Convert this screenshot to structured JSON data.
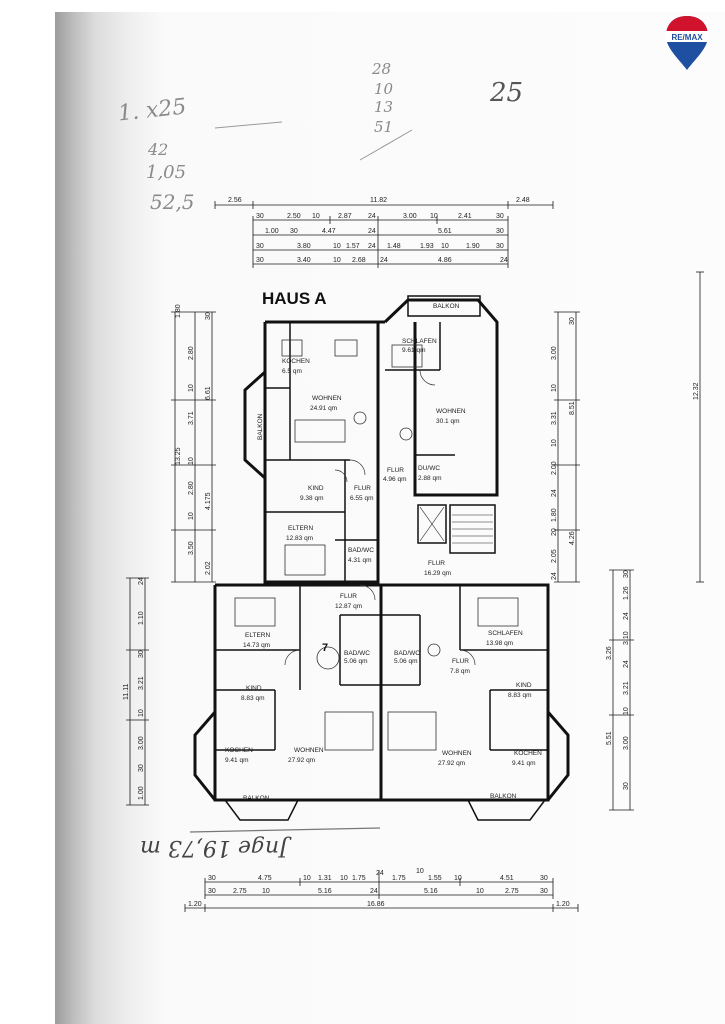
{
  "handwriting": {
    "top_left_1": "1. x25",
    "top_left_2": "42",
    "top_left_3": "1,05",
    "top_left_4": "52,5",
    "center_1": "28",
    "center_2": "10",
    "center_3": "13",
    "center_4": "51",
    "page_number": "25",
    "bottom": "Jnge 19,73 m"
  },
  "logo": {
    "text": "RE/MAX",
    "colors": {
      "red": "#d1122d",
      "blue": "#1f4fa0"
    }
  },
  "title": "HAUS A",
  "rooms": {
    "balkon_top": "BALKON",
    "schlafen_top": "SCHLAFEN",
    "schlafen_top_area": "9.61 qm",
    "kochen_top": "KOCHEN",
    "kochen_top_area": "6.5 qm",
    "wohnen_left": "WOHNEN",
    "wohnen_left_area": "24.91 qm",
    "wohnen_right": "WOHNEN",
    "wohnen_right_area": "30.1 qm",
    "balkon_left": "BALKON",
    "kind_top": "KIND",
    "kind_top_area": "9.38 qm",
    "flur_a": "FLUR",
    "flur_a_area": "6.55 qm",
    "flur_b": "FLUR",
    "flur_b_area": "4.96 qm",
    "dowc": "DU/WC",
    "dowc_area": "2.88 qm",
    "eltern_top": "ELTERN",
    "eltern_top_area": "12.83 qm",
    "badwc_top": "BAD/WC",
    "badwc_top_area": "4.31 qm",
    "flur_main": "FLUR",
    "flur_main_area": "16.29 qm",
    "flur_lower": "FLUR",
    "flur_lower_area": "12.87 qm",
    "eltern_bottom": "ELTERN",
    "eltern_bottom_area": "14.73 qm",
    "schlafen_bottom": "SCHLAFEN",
    "schlafen_bottom_area": "13.98 qm",
    "bad_l": "BAD/WC",
    "bad_l_area": "5.06 qm",
    "bad_r": "BAD/WC",
    "bad_r_area": "5.06 qm",
    "flur_small": "FLUR",
    "flur_small_area": "7.8 qm",
    "kind_bl": "KIND",
    "kind_bl_area": "8.83 qm",
    "kind_br": "KIND",
    "kind_br_area": "8.83 qm",
    "kochen_bl": "KOCHEN",
    "kochen_bl_area": "9.41 qm",
    "kochen_br": "KOCHEN",
    "kochen_br_area": "9.41 qm",
    "wohnen_bl": "WOHNEN",
    "wohnen_bl_area": "27.92 qm",
    "wohnen_br": "WOHNEN",
    "wohnen_br_area": "27.92 qm",
    "balkon_bl": "BALKON",
    "balkon_br": "BALKON",
    "stair_number": "7"
  },
  "dims_top": {
    "row1": [
      "2.56",
      "11.82",
      "2.48"
    ],
    "row2": [
      "30",
      "2.50",
      "10",
      "2.87",
      "24",
      "3.00",
      "10",
      "2.41",
      "30"
    ],
    "row3": [
      "1.00",
      "30",
      "4.47",
      "24",
      "5.61",
      "30"
    ],
    "row4": [
      "30",
      "3.80",
      "10",
      "1.57",
      "24",
      "1.48",
      "1.93",
      "10",
      "1.90",
      "30"
    ],
    "row5": [
      "30",
      "3.40",
      "10",
      "2.68",
      "24",
      "4.86",
      "24"
    ]
  },
  "dims_bottom": {
    "row1": [
      "30",
      "4.75",
      "10",
      "1.31",
      "10",
      "1.75",
      "24",
      "1.75",
      "10",
      "1.55",
      "10",
      "4.51",
      "30"
    ],
    "row2": [
      "30",
      "2.75",
      "10",
      "5.16",
      "24",
      "5.16",
      "10",
      "2.75",
      "30"
    ],
    "row3": [
      "1.20",
      "16.86",
      "1.20"
    ]
  },
  "dims_left": {
    "upper": [
      "1.80",
      "30",
      "2.80",
      "10",
      "3.71",
      "10",
      "2.80",
      "10",
      "3.50",
      "2.02",
      "6.61",
      "4.175",
      "13.25"
    ],
    "lower": [
      "24",
      "1.10",
      "30",
      "3.21",
      "10",
      "3.00",
      "30",
      "1.00",
      "11.11"
    ]
  },
  "dims_right": {
    "upper": [
      "30",
      "3.00",
      "10",
      "3.31",
      "10",
      "2.00",
      "24",
      "1.80",
      "20",
      "2.05",
      "24",
      "8.51",
      "4.26",
      "12.32"
    ],
    "lower": [
      "30",
      "1.26",
      "24",
      "3.10",
      "3.26",
      "24",
      "3.21",
      "10",
      "3.00",
      "30",
      "5.51"
    ]
  }
}
